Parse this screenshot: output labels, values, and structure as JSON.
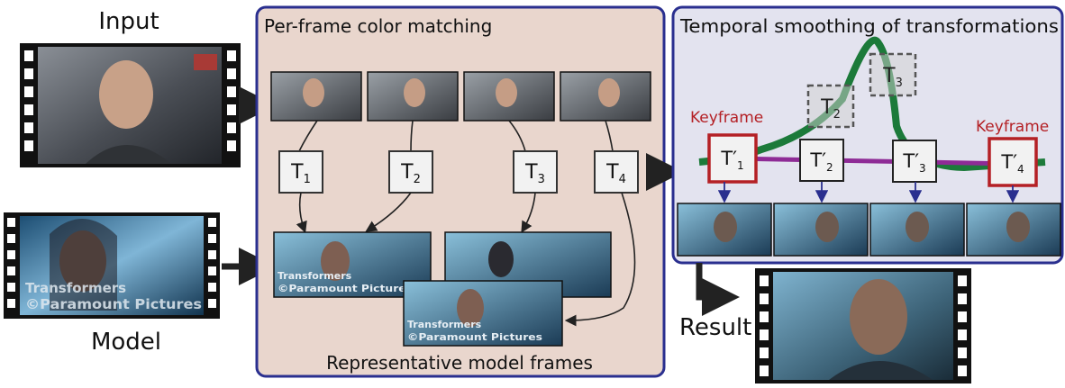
{
  "left": {
    "input_label": "Input",
    "model_label": "Model",
    "model_watermark_line1": "Transformers",
    "model_watermark_line2": "©Paramount Pictures"
  },
  "per_frame_panel": {
    "title": "Per-frame color matching",
    "transforms": [
      {
        "base": "T",
        "sub": "1"
      },
      {
        "base": "T",
        "sub": "2"
      },
      {
        "base": "T",
        "sub": "3"
      },
      {
        "base": "T",
        "sub": "4"
      }
    ],
    "footer": "Representative model frames",
    "frame_watermark_line1": "Transformers",
    "frame_watermark_line2": "©Paramount Pictures"
  },
  "smoothing_panel": {
    "title": "Temporal smoothing of transformations",
    "dashed_transforms": [
      {
        "base": "T",
        "sub": "2"
      },
      {
        "base": "T",
        "sub": "3"
      }
    ],
    "smoothed_transforms": [
      {
        "base": "T′",
        "sub": "1"
      },
      {
        "base": "T′",
        "sub": "2"
      },
      {
        "base": "T′",
        "sub": "3"
      },
      {
        "base": "T′",
        "sub": "4"
      }
    ],
    "keyframe_label": "Keyframe"
  },
  "result_label": "Result",
  "colors": {
    "panel_border": "#2a2f8f",
    "per_frame_bg": "#e9d6cd",
    "smoothing_bg": "#e3e3ef",
    "curve_green": "#1c7a3a",
    "curve_purple": "#8e2b96",
    "keyframe_red": "#b42025",
    "arrow_blue": "#2a2f8f"
  }
}
